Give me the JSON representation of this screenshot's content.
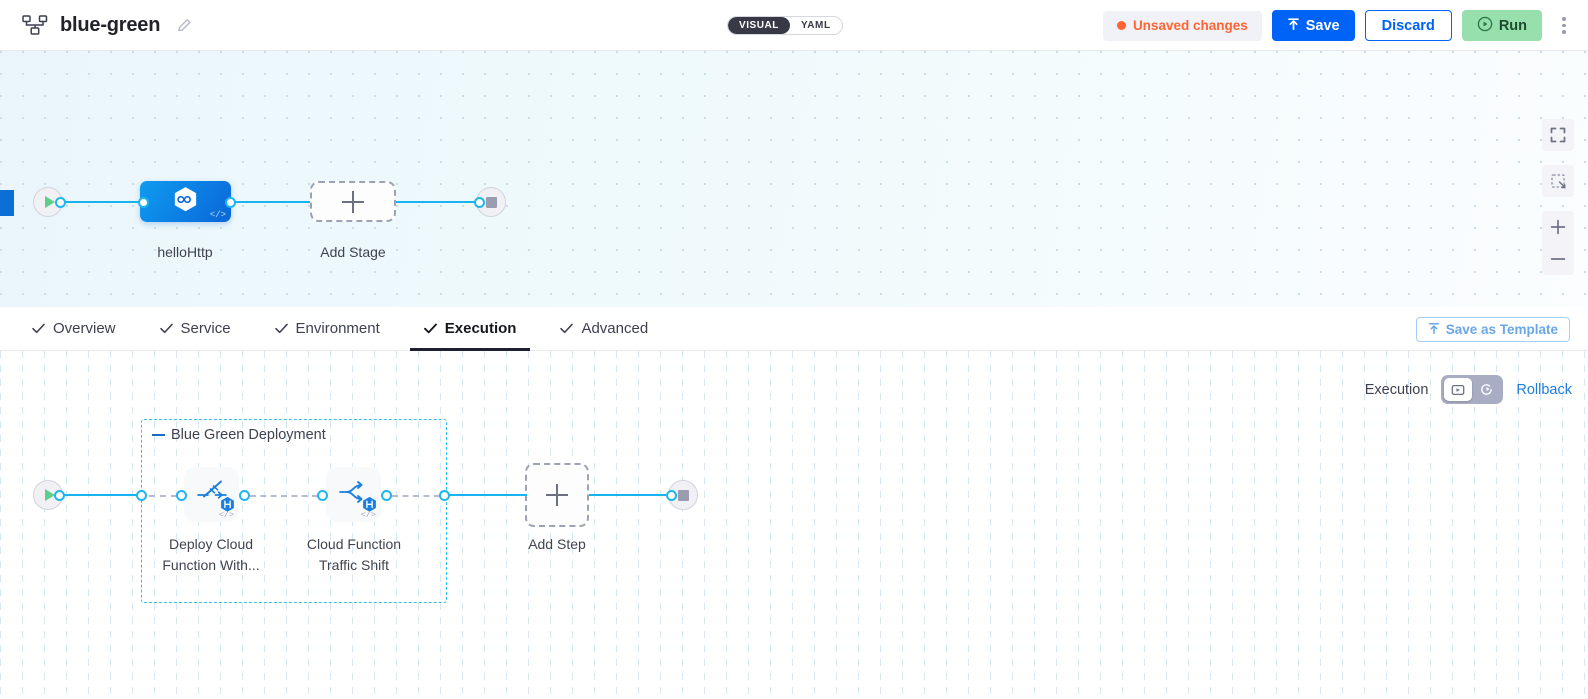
{
  "topbar": {
    "logo_icon": "pipeline-nodes-icon",
    "title": "blue-green",
    "edit_icon": "pencil-icon",
    "view_toggle": {
      "options": [
        "VISUAL",
        "YAML"
      ],
      "selected": "VISUAL"
    },
    "unsaved_label": "Unsaved changes",
    "unsaved_color": "#ff6432",
    "save_label": "Save",
    "save_icon": "upload-arrow-icon",
    "discard_label": "Discard",
    "run_label": "Run",
    "run_icon": "play-circle-icon",
    "more_icon": "kebab-menu-icon"
  },
  "canvas_top": {
    "controls": [
      "fit-screen-icon",
      "selection-box-icon",
      "zoom-in-icon",
      "zoom-out-icon"
    ],
    "start_icon": "play-start-icon",
    "end_icon": "stop-end-icon",
    "stage": {
      "name": "helloHttp",
      "icon": "hexagon-infinity-icon",
      "code_mark": "</>",
      "accent": "#0a66d8"
    },
    "add_stage_label": "Add Stage",
    "add_stage_icon": "plus-icon"
  },
  "tabs": [
    {
      "label": "Overview",
      "icon": "check-icon",
      "active": false
    },
    {
      "label": "Service",
      "icon": "check-icon",
      "active": false
    },
    {
      "label": "Environment",
      "icon": "check-icon",
      "active": false
    },
    {
      "label": "Execution",
      "icon": "check-icon",
      "active": true
    },
    {
      "label": "Advanced",
      "icon": "check-icon",
      "active": false
    }
  ],
  "save_as_template": {
    "label": "Save as Template",
    "icon": "template-upload-icon"
  },
  "execution_panel": {
    "mode_label": "Execution",
    "toggle_left_icon": "execution-mode-icon",
    "toggle_right_icon": "rollback-mode-icon",
    "rollback_label": "Rollback",
    "start_icon": "play-start-icon",
    "end_icon": "stop-end-icon",
    "group": {
      "title": "Blue Green Deployment",
      "border_color": "#2ec0f0",
      "steps": [
        {
          "label": "Deploy Cloud Function With...",
          "icon": "deploy-function-icon",
          "badge": "harness-badge-icon",
          "code_mark": "</>"
        },
        {
          "label": "Cloud Function Traffic Shift",
          "icon": "traffic-split-icon",
          "badge": "harness-badge-icon",
          "code_mark": "</>"
        }
      ]
    },
    "add_step_label": "Add Step",
    "add_step_icon": "plus-icon"
  }
}
